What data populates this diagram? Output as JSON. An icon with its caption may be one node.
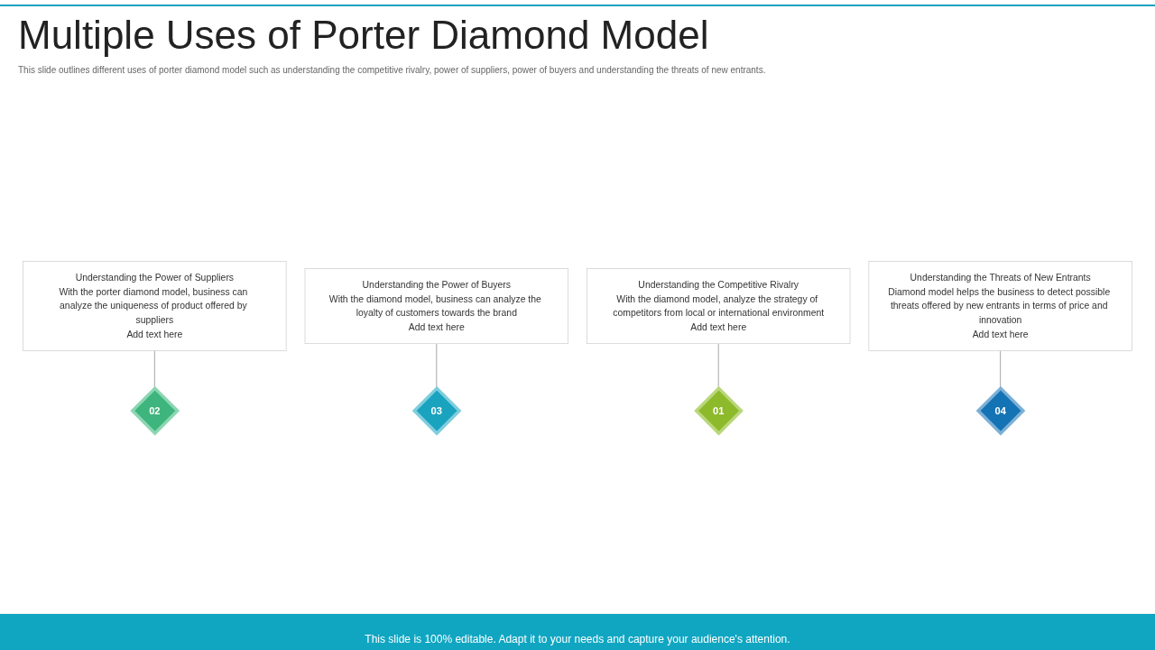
{
  "diagram": {
    "title": "Multiple Uses of Porter Diamond Model",
    "nodes": [
      {
        "text": [
          "Understanding the Power of Suppliers",
          "With the porter diamond model, business can analyze the uniqueness of product offered by suppliers",
          "Add text here"
        ]
      },
      {
        "text": [
          "Understanding the Power of Buyers",
          "With the diamond model, business can analyze the loyalty of customers towards the brand",
          "Add text here"
        ]
      },
      {
        "text": [
          "Understanding the Competitive Rivalry",
          "With the diamond model, analyze the strategy of competitors from local or international environment",
          "Add text here"
        ]
      },
      {
        "text": [
          "Understanding the Threats of New Entrants",
          "Diamond model helps the business to detect possible threats offered by new entrants in terms of price and innovation",
          "Add text here"
        ]
      },
      {
        "text": [
          "02"
        ]
      },
      {
        "text": [
          "03"
        ]
      },
      {
        "text": [
          "01"
        ]
      },
      {
        "text": [
          "04"
        ]
      }
    ],
    "edges": [
      {
        "from": 2,
        "to": 6,
        "arrow": "none"
      },
      {
        "from": 0,
        "to": 4,
        "arrow": "none"
      },
      {
        "from": 1,
        "to": 5,
        "arrow": "none"
      },
      {
        "from": 3,
        "to": 7,
        "arrow": "none"
      }
    ],
    "labels": [
      "This slide outlines different uses of porter diamond model such as understanding the competitive rivalry, power of suppliers, power of buyers and understanding the threats of new entrants.",
      "This slide is 100% editable. Adapt it to your needs and capture your audience's attention."
    ]
  }
}
